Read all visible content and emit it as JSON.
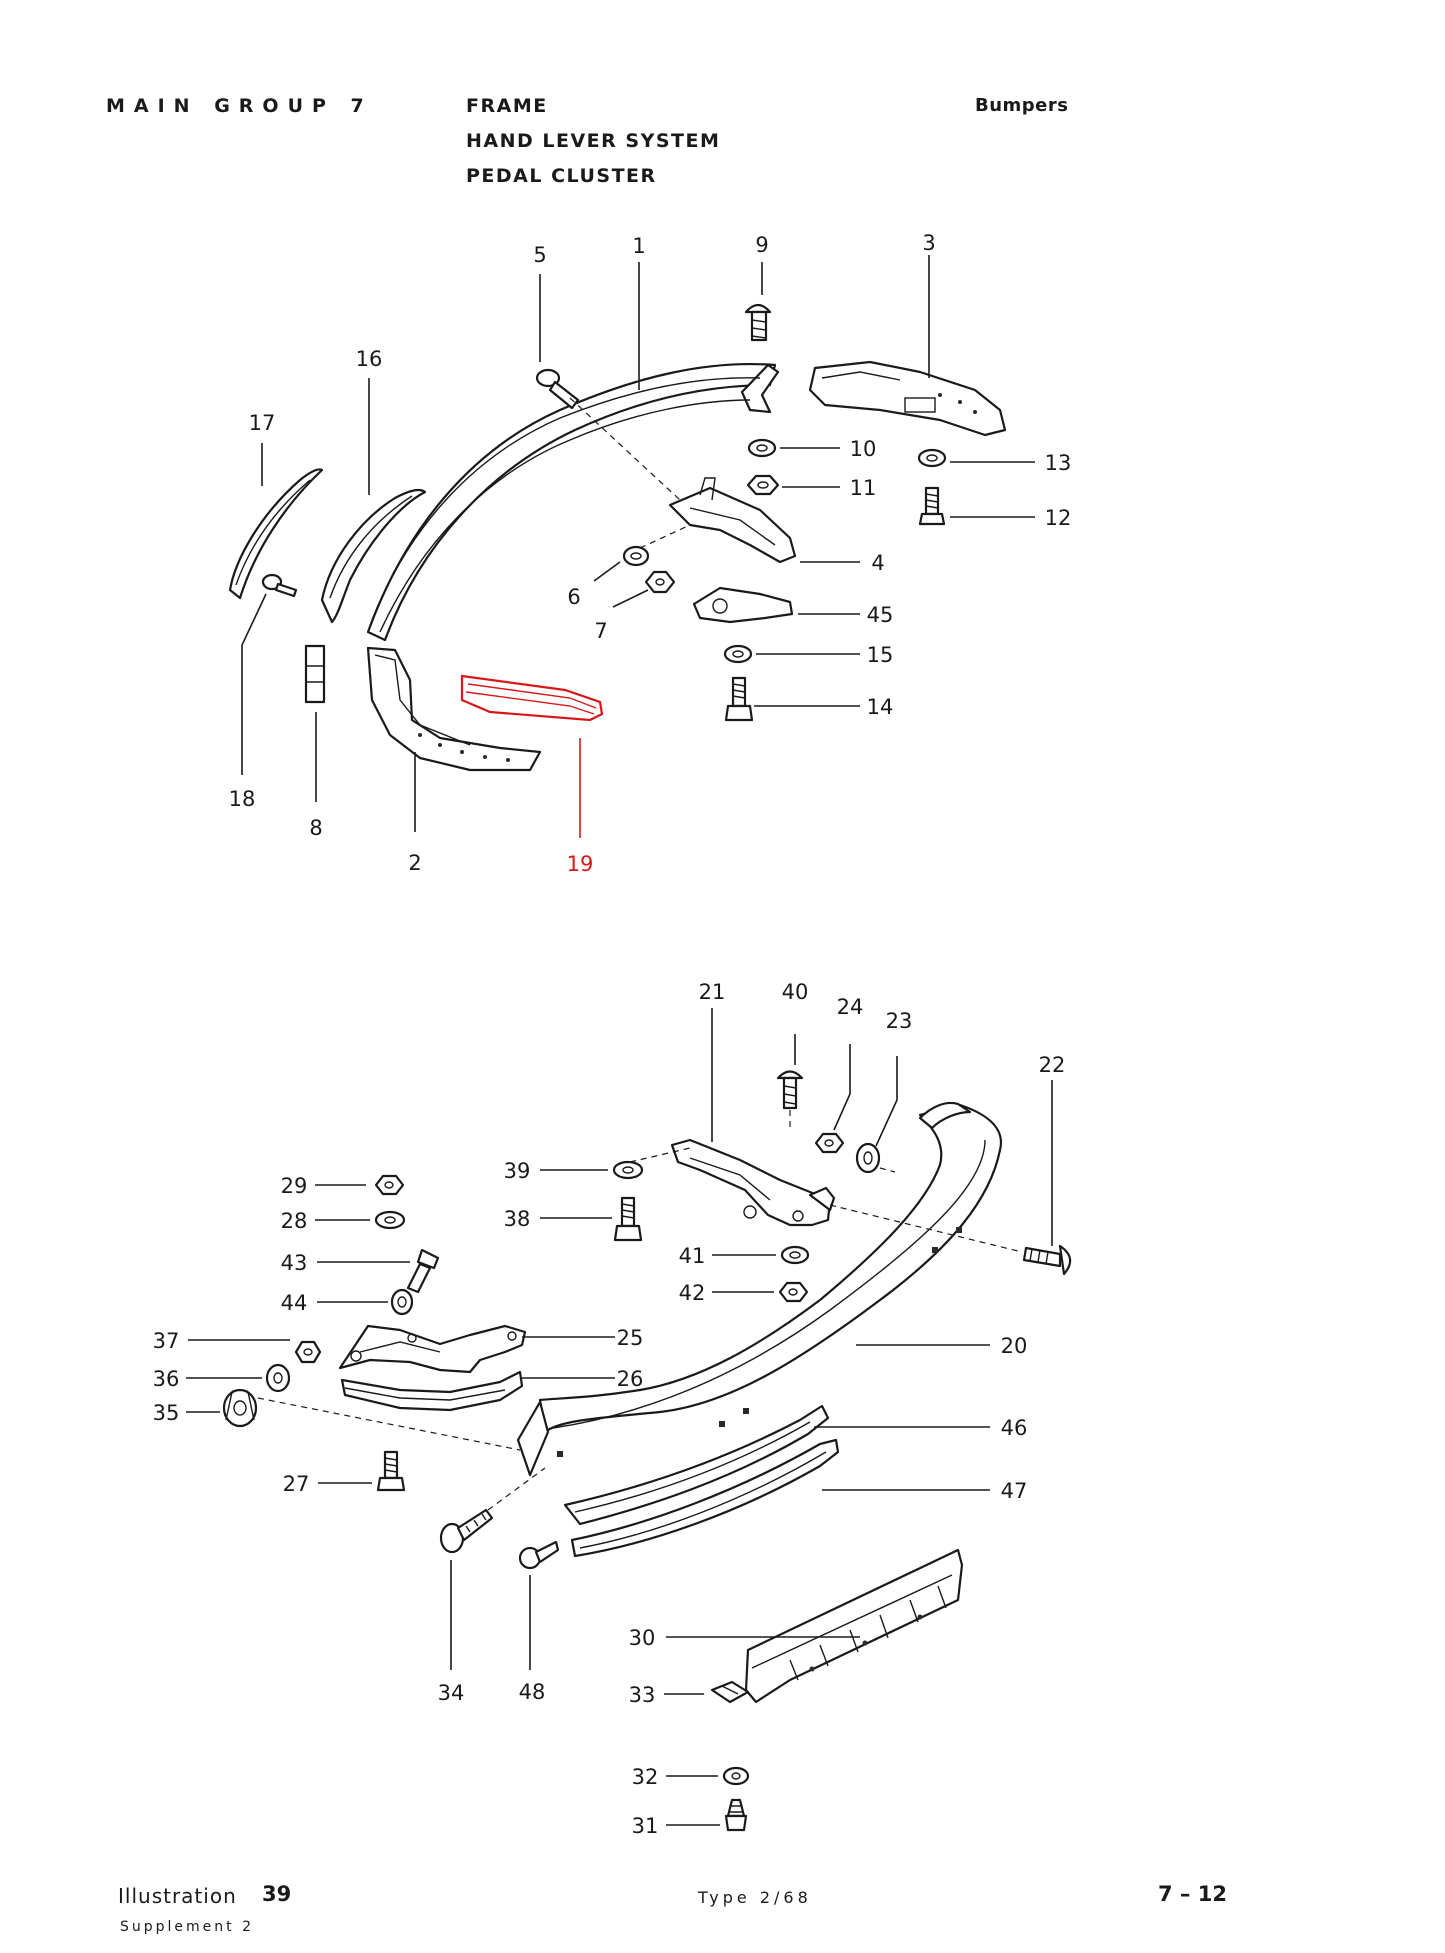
{
  "header": {
    "group": "MAIN GROUP 7",
    "titles": [
      "FRAME",
      "HAND LEVER SYSTEM",
      "PEDAL CLUSTER"
    ],
    "section": "Bumpers"
  },
  "callouts": {
    "c1": "1",
    "c2": "2",
    "c3": "3",
    "c4": "4",
    "c5": "5",
    "c6": "6",
    "c7": "7",
    "c8": "8",
    "c9": "9",
    "c10": "10",
    "c11": "11",
    "c12": "12",
    "c13": "13",
    "c14": "14",
    "c15": "15",
    "c16": "16",
    "c17": "17",
    "c18": "18",
    "c19": "19",
    "c20": "20",
    "c21": "21",
    "c22": "22",
    "c23": "23",
    "c24": "24",
    "c25": "25",
    "c26": "26",
    "c27": "27",
    "c28": "28",
    "c29": "29",
    "c30": "30",
    "c31": "31",
    "c32": "32",
    "c33": "33",
    "c34": "34",
    "c35": "35",
    "c36": "36",
    "c37": "37",
    "c38": "38",
    "c39": "39",
    "c40": "40",
    "c41": "41",
    "c42": "42",
    "c43": "43",
    "c44": "44",
    "c45": "45",
    "c46": "46",
    "c47": "47",
    "c48": "48"
  },
  "highlight": {
    "part": "19",
    "color": "#d81818"
  },
  "footer": {
    "illustration_label": "Illustration",
    "illustration_number": "39",
    "supplement": "Supplement 2",
    "type": "Type  2/68",
    "page": "7 – 12"
  }
}
